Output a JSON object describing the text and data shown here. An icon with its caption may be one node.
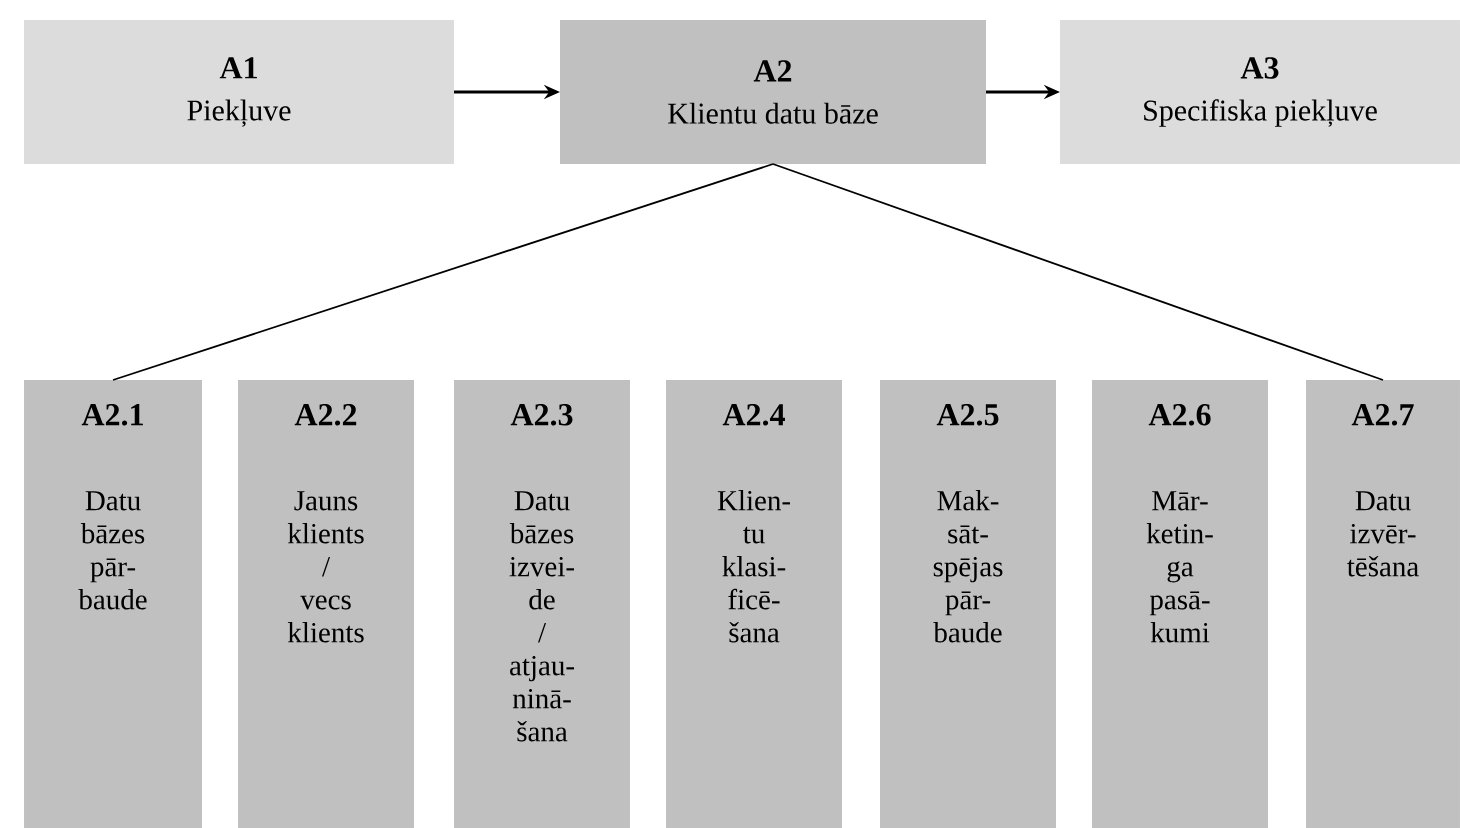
{
  "diagram": {
    "nodes": [
      {
        "text": [
          "A1",
          "Piekļuve"
        ]
      },
      {
        "text": [
          "A2",
          "Klientu datu bāze"
        ]
      },
      {
        "text": [
          "A3",
          "Specifiska piekļuve"
        ]
      },
      {
        "text": [
          "A2.1",
          "Datu bāzes pār- baude"
        ]
      },
      {
        "text": [
          "A2.2",
          "Jauns klients / vecs klients"
        ]
      },
      {
        "text": [
          "A2.3",
          "Datu bāzes izvei- de / atjau- ninā- šana"
        ]
      },
      {
        "text": [
          "A2.4",
          "Klien- tu klasi- ficē- šana"
        ]
      },
      {
        "text": [
          "A2.5",
          "Mak- sāt- spējas pār- baude"
        ]
      },
      {
        "text": [
          "A2.6",
          "Mār- ketin- ga pasā- kumi"
        ]
      },
      {
        "text": [
          "A2.7",
          "Datu izvēr- tēšana"
        ]
      }
    ],
    "edges": [
      {
        "from": 0,
        "to": 1,
        "arrow": "to"
      },
      {
        "from": 1,
        "to": 2,
        "arrow": "to"
      },
      {
        "from": 1,
        "to": 3,
        "arrow": "none"
      },
      {
        "from": 1,
        "to": 9,
        "arrow": "none"
      }
    ]
  }
}
